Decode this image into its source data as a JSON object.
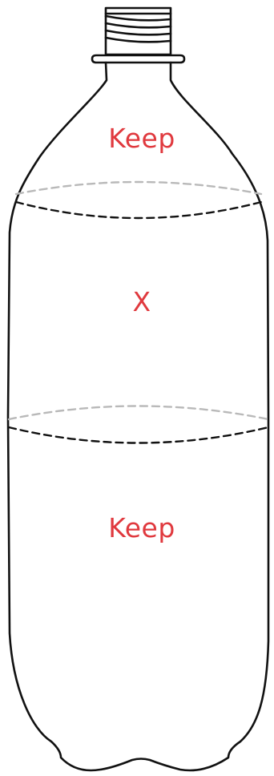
{
  "labels": {
    "top": "Keep",
    "middle": "X",
    "bottom": "Keep"
  },
  "colors": {
    "label": "#e0393e",
    "outline": "#111111",
    "cut_line_front": "#111111",
    "cut_line_back": "#b9b9b9"
  }
}
